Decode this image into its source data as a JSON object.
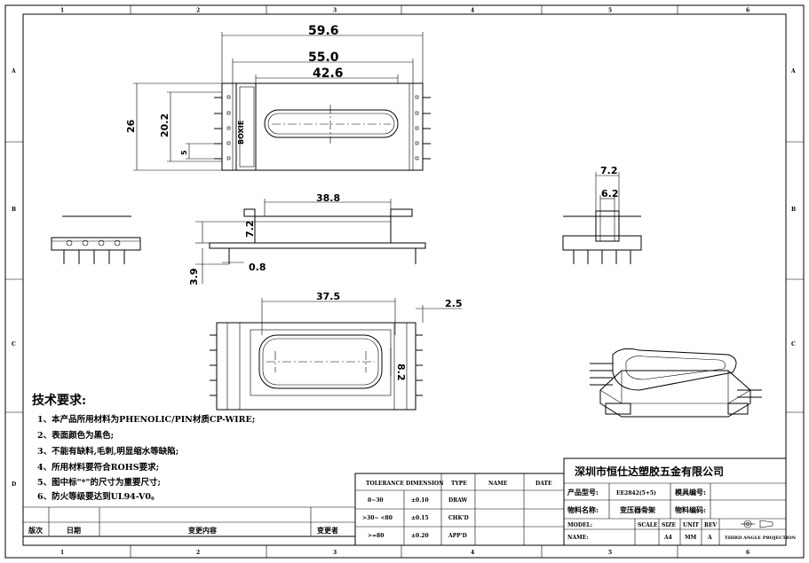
{
  "grid": {
    "columns": [
      "1",
      "2",
      "3",
      "4",
      "5",
      "6"
    ],
    "rows": [
      "A",
      "B",
      "C",
      "D"
    ]
  },
  "dimensions": {
    "top_width_outer": "59.6",
    "top_width_mid": "55.0",
    "top_width_inner": "42.6",
    "top_height_outer": "26",
    "top_height_inner": "20.2",
    "top_pin_pitch": "5",
    "brand_mark": "BOXIE",
    "front_width": "38.8",
    "front_height": "7.2",
    "front_pin_len": "3.9",
    "front_pin_dia": "0.8",
    "side_width_outer": "7.2",
    "side_width_inner": "6.2",
    "bottom_width": "37.5",
    "bottom_slot": "2.5",
    "bottom_height": "8.2"
  },
  "notes": {
    "title": "技术要求:",
    "items": [
      "1、本产品所用材料为PHENOLIC/PIN材质CP-WIRE;",
      "2、表面颜色为黑色;",
      "3、不能有缺料,毛刺,明显缩水等缺陷;",
      "4、所用材料要符合ROHS要求;",
      "5、图中标\"*\"的尺寸为重要尺寸;",
      "6、防火等级要达到UL94-V0。"
    ]
  },
  "revision_table": {
    "headers": [
      "版次",
      "日期",
      "变更内容",
      "变更者"
    ]
  },
  "tolerance_table": {
    "header_dim": "TOLERANCE DIMENSION",
    "header_type": "TYPE",
    "header_name": "NAME",
    "header_date": "DATE",
    "rows": [
      {
        "range": "0~30",
        "tol": "±0.10",
        "type": "DRAW"
      },
      {
        "range": ">30~ <80",
        "tol": "±0.15",
        "type": "CHK'D"
      },
      {
        "range": ">=80",
        "tol": "±0.20",
        "type": "APP'D"
      }
    ]
  },
  "title_block": {
    "company": "深圳市恒仕达塑胶五金有限公司",
    "model_label": "产品型号:",
    "model_value": "EE2842(5+5)",
    "mold_label": "模具编号:",
    "part_label": "物料名称:",
    "part_value": "变压器骨架",
    "material_label": "物料编码:",
    "model2_label": "MODEL:",
    "scale_label": "SCALE",
    "size_label": "SIZE",
    "unit_label": "UNIT",
    "rev_label": "REV",
    "name_label": "NAME:",
    "size_value": "A4",
    "unit_value": "MM",
    "rev_value": "A",
    "projection_label": "THIRD ANGLE PROJECTION"
  }
}
